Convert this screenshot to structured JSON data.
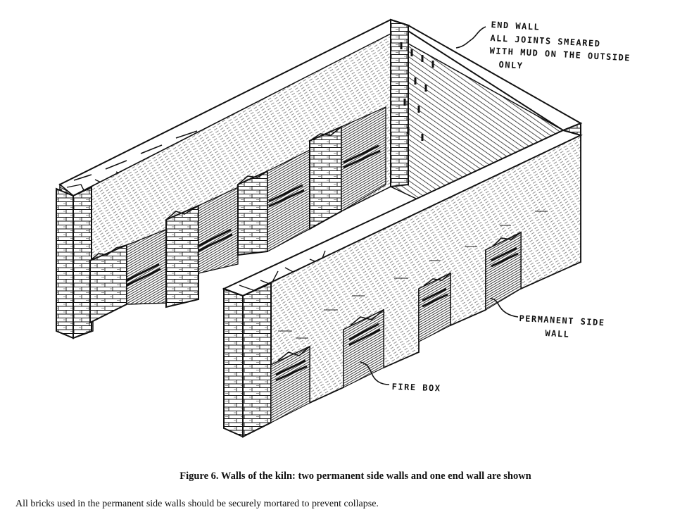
{
  "labels": {
    "end_wall": [
      "End wall",
      "All joints smeared",
      "with mud on the outside",
      "only"
    ],
    "permanent_side_wall": [
      "Permanent side",
      "wall"
    ],
    "fire_box": "Fire box"
  },
  "caption": "Figure 6. Walls of the kiln: two permanent side walls and one end wall are shown",
  "body_text": "All bricks used in the permanent side walls should be securely mortared to prevent collapse.",
  "colors": {
    "ink": "#111111",
    "paper": "#ffffff"
  }
}
